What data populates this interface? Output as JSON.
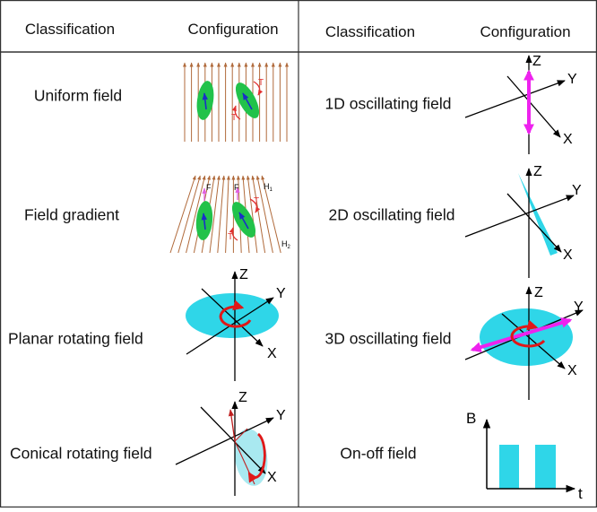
{
  "header": {
    "left_classification": "Classification",
    "left_configuration": "Configuration",
    "right_classification": "Classification",
    "right_configuration": "Configuration"
  },
  "rows_left": [
    {
      "label": "Uniform field"
    },
    {
      "label": "Field gradient"
    },
    {
      "label": "Planar rotating field"
    },
    {
      "label": "Conical rotating field"
    }
  ],
  "rows_right": [
    {
      "label": "1D oscillating field"
    },
    {
      "label": "2D oscillating field"
    },
    {
      "label": "3D oscillating field"
    },
    {
      "label": "On-off field"
    }
  ],
  "axis_labels": {
    "x": "X",
    "y": "Y",
    "z": "Z"
  },
  "torque_label": "T",
  "force_label": "F",
  "gradient_labels": {
    "h1": "H",
    "h1_sub": "1",
    "h2": "H",
    "h2_sub": "2"
  },
  "onoff_axes": {
    "y": "B",
    "x": "t"
  },
  "colors": {
    "field_line": "#b06a3b",
    "cell": "#22c24a",
    "moment": "#1a2ec8",
    "torque": "#e23030",
    "cyan": "#2fd6e8",
    "magenta": "#ee22ee",
    "rotation": "#e01818",
    "grid": "#333333"
  }
}
